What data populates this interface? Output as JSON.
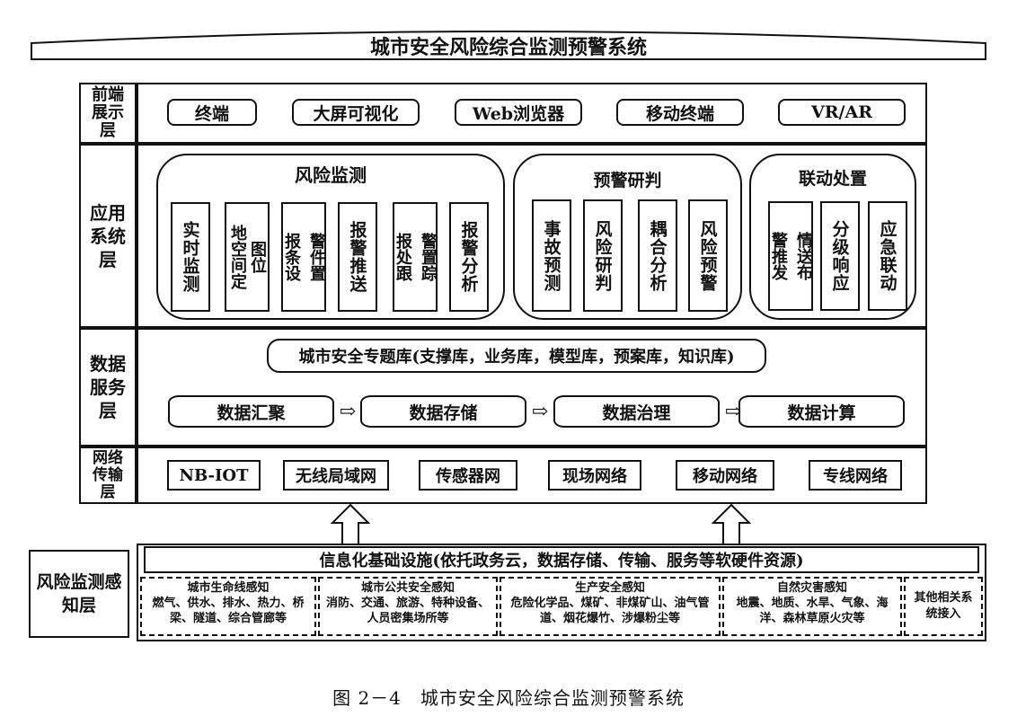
{
  "title": "城市安全风险综合监测预警系统",
  "layers": {
    "front": {
      "label": "前端展示层",
      "items": [
        "终端",
        "大屏可视化",
        "Web浏览器",
        "移动终端",
        "VR/AR"
      ]
    },
    "app": {
      "label": "应用系统层",
      "groups": [
        {
          "title": "风险监测",
          "items": [
            "实时监测",
            "地图空间定位",
            "报警条件设置",
            "报警推送",
            "报警处置跟踪",
            "报警分析"
          ]
        },
        {
          "title": "预警研判",
          "items": [
            "事故预测",
            "风险研判",
            "耦合分析",
            "风险预警"
          ]
        },
        {
          "title": "联动处置",
          "items": [
            "警情推送发布",
            "分级响应",
            "应急联动"
          ]
        }
      ]
    },
    "data": {
      "label": "数据服务层",
      "library": "城市安全专题库(支撑库，业务库，模型库，预案库，知识库)",
      "flow": [
        "数据汇聚",
        "数据存储",
        "数据治理",
        "数据计算"
      ]
    },
    "net": {
      "label": "网络传输层",
      "items": [
        "NB-IOT",
        "无线局域网",
        "传感器网",
        "现场网络",
        "移动网络",
        "专线网络"
      ]
    },
    "sense": {
      "label": "风险监测感知层",
      "infrastructure": "信息化基础设施(依托政务云，数据存储、传输、服务等软硬件资源)",
      "categories": [
        {
          "title": "城市生命线感知",
          "body": "燃气、供水、排水、热力、桥梁、隧道、综合管廊等"
        },
        {
          "title": "城市公共安全感知",
          "body": "消防、交通、旅游、特种设备、人员密集场所等"
        },
        {
          "title": "生产安全感知",
          "body": "危险化学品、煤矿、非煤矿山、油气管道、烟花爆竹、涉爆粉尘等"
        },
        {
          "title": "自然灾害感知",
          "body": "地震、地质、水旱、气象、海洋、森林草原火灾等"
        },
        {
          "title": "其他相关系统接入",
          "body": ""
        }
      ]
    }
  },
  "caption": "图 2－4　城市安全风险综合监测预警系统"
}
